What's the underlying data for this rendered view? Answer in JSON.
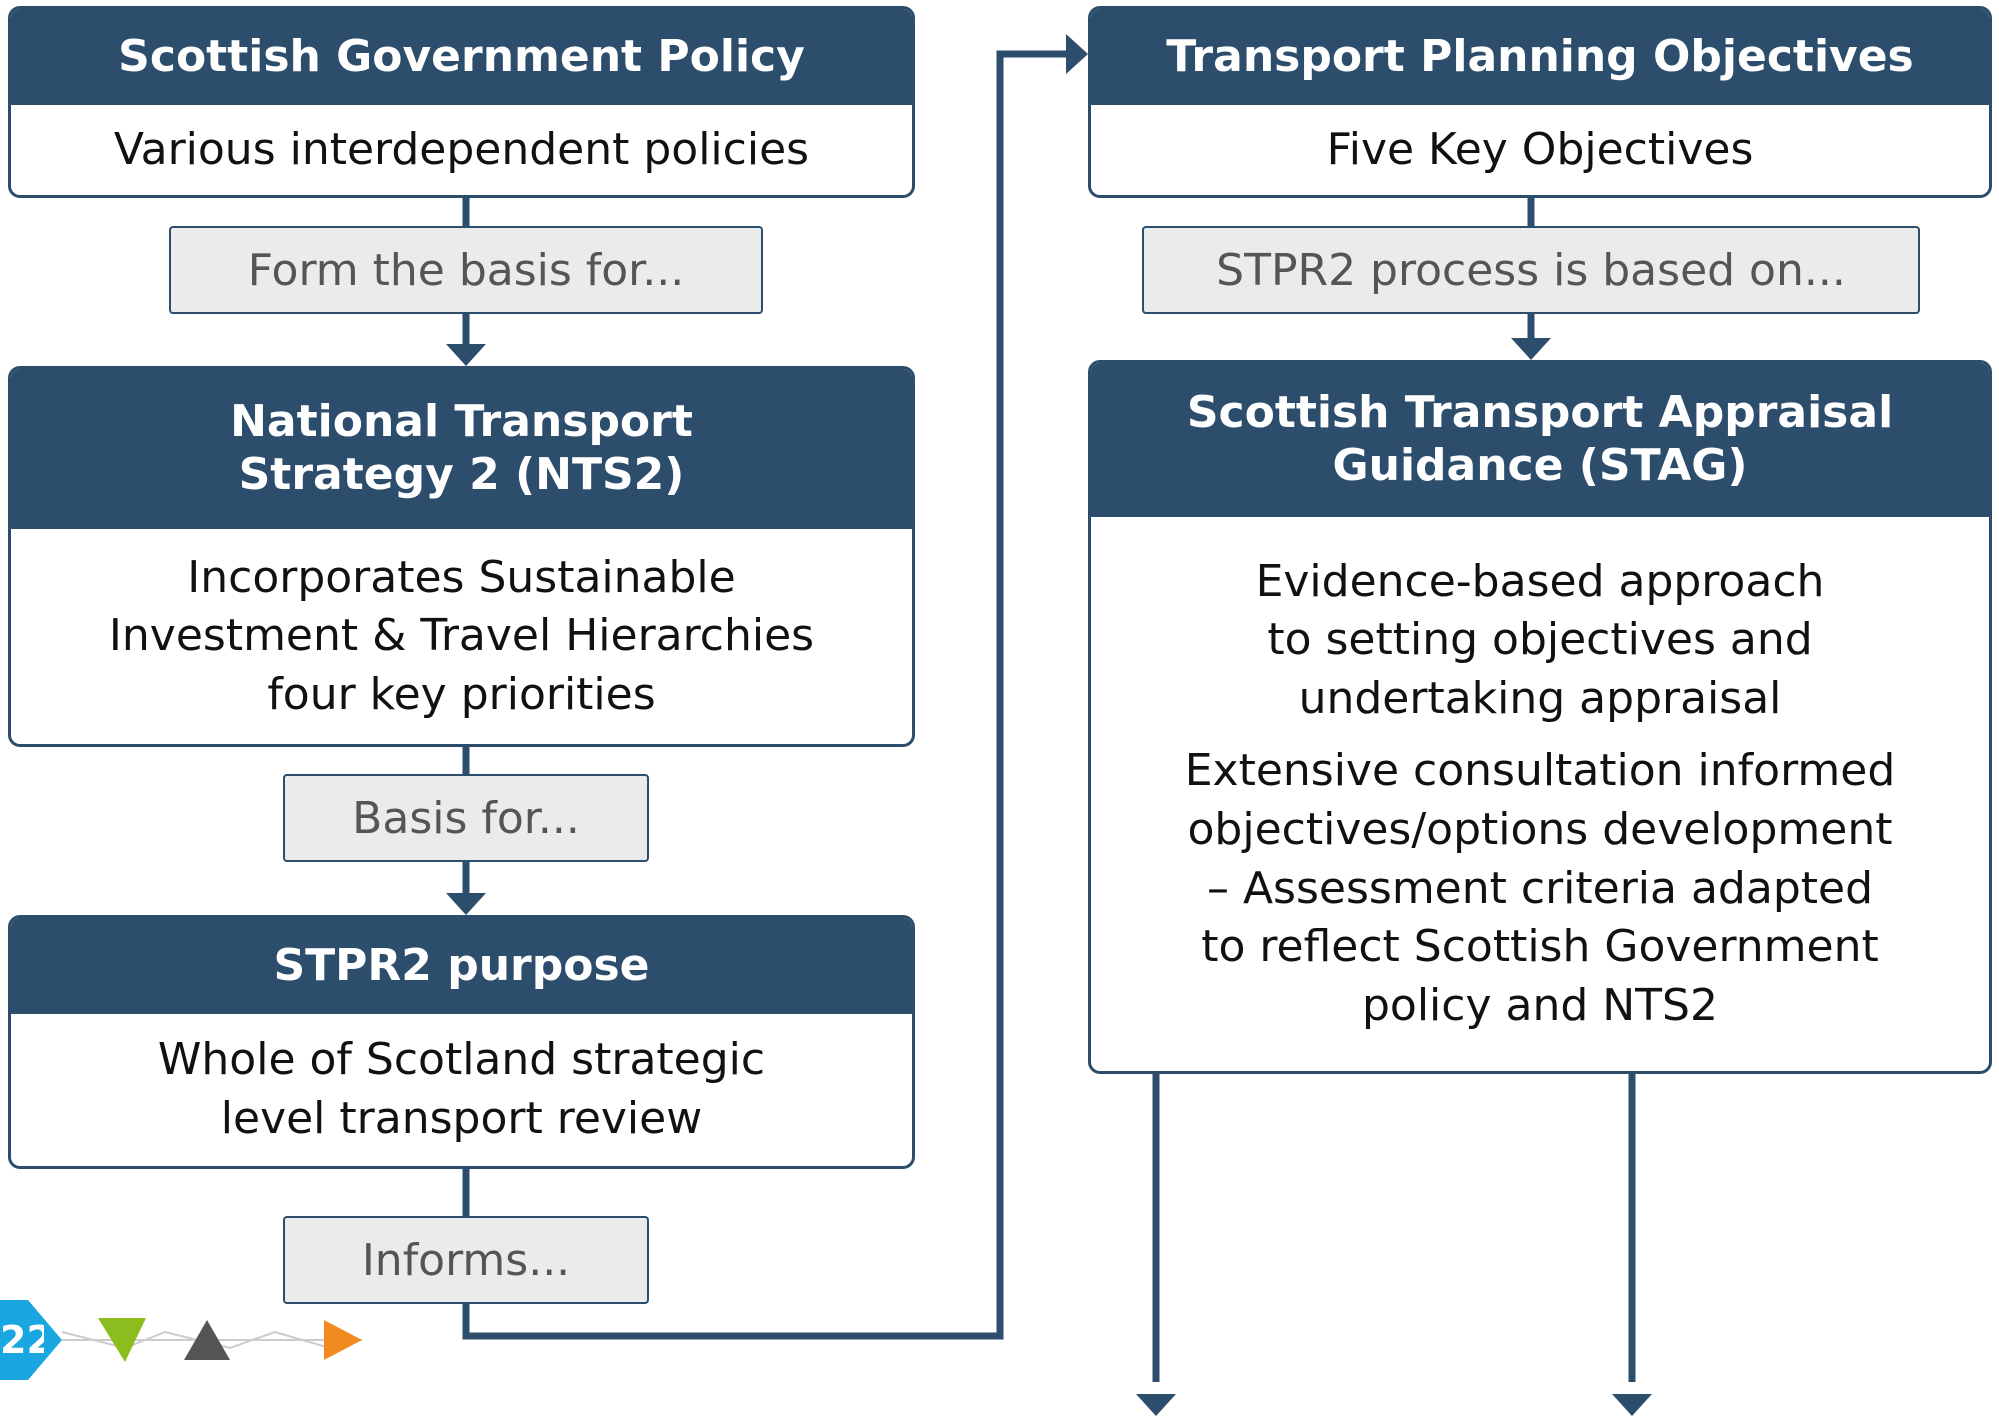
{
  "colors": {
    "primary": "#2c4d6b",
    "label_bg": "#ebebeb",
    "label_text": "#555555"
  },
  "policy": {
    "title": "Scottish Government Policy",
    "body": "Various interdependent policies"
  },
  "link1": "Form the basis for...",
  "nts2": {
    "title": "National Transport\nStrategy 2 (NTS2)",
    "body": "Incorporates Sustainable\nInvestment & Travel Hierarchies\nfour key priorities"
  },
  "link2": "Basis for...",
  "purpose": {
    "title": "STPR2 purpose",
    "body": "Whole of Scotland strategic\nlevel transport review"
  },
  "link3": "Informs...",
  "objectives": {
    "title": "Transport Planning Objectives",
    "body": "Five Key Objectives"
  },
  "link4": "STPR2 process is based on...",
  "stag": {
    "title": "Scottish Transport Appraisal\nGuidance (STAG)",
    "body1": "Evidence-based approach\nto setting objectives and\nundertaking appraisal",
    "body2": "Extensive consultation informed\nobjectives/options development\n– Assessment criteria adapted\nto reflect Scottish Government\npolicy and NTS2"
  },
  "logo": {
    "text": "22",
    "colors": [
      "#1aa6e0",
      "#8cbd1f",
      "#555555",
      "#f18a21"
    ]
  }
}
